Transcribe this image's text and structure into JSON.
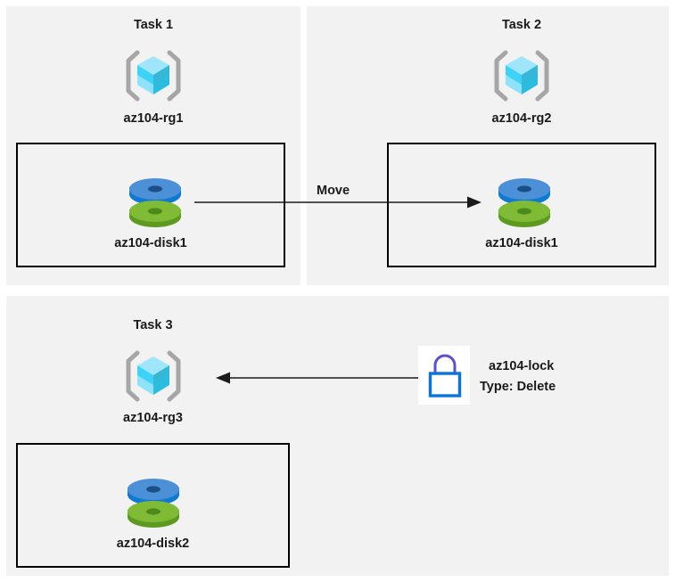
{
  "diagram": {
    "title": "Azure resource group tasks diagram",
    "background": "#ffffff",
    "panel_fill": "#f2f2f2",
    "box_border": "#000000",
    "text_color": "#1a1a1a",
    "arrow_color": "#1a1a1a"
  },
  "panels": [
    {
      "id": "task1",
      "task_title": "Task 1",
      "resource_group_name": "az104-rg1",
      "resource_group_icon": "resource-group-cube-icon",
      "resource": {
        "name": "az104-disk1",
        "icon": "managed-disk-icon"
      }
    },
    {
      "id": "task2",
      "task_title": "Task 2",
      "resource_group_name": "az104-rg2",
      "resource_group_icon": "resource-group-cube-icon",
      "resource": {
        "name": "az104-disk1",
        "icon": "managed-disk-icon"
      }
    },
    {
      "id": "task3",
      "task_title": "Task 3",
      "resource_group_name": "az104-rg3",
      "resource_group_icon": "resource-group-cube-icon",
      "resource": {
        "name": "az104-disk2",
        "icon": "managed-disk-icon"
      }
    }
  ],
  "connectors": {
    "move": {
      "label": "Move",
      "direction": "right",
      "from": "az104-disk1 in az104-rg1",
      "to": "az104-rg2"
    },
    "lock_apply": {
      "label": "",
      "direction": "left",
      "from": "az104-lock",
      "to": "az104-rg3"
    }
  },
  "lock": {
    "icon": "padlock-icon",
    "name": "az104-lock",
    "type_line": "Type: Delete",
    "shackle_color": "#5b4fd1",
    "body_color": "#0a74d8",
    "tile_background": "#ffffff"
  },
  "icon_colors": {
    "cube_light": "#9fe6fb",
    "cube_mid": "#3fd2f7",
    "cube_deep": "#2bbde0",
    "cube_teal": "#35b8d8",
    "bracket": "#a6a6a6",
    "disk_blue_top": "#4c90d8",
    "disk_blue_side": "#0f7ad4",
    "disk_blue_hole": "#1c4f86",
    "disk_green_top": "#7fbb34",
    "disk_green_side": "#5d9a1f",
    "disk_green_hole": "#4e8a1a"
  }
}
